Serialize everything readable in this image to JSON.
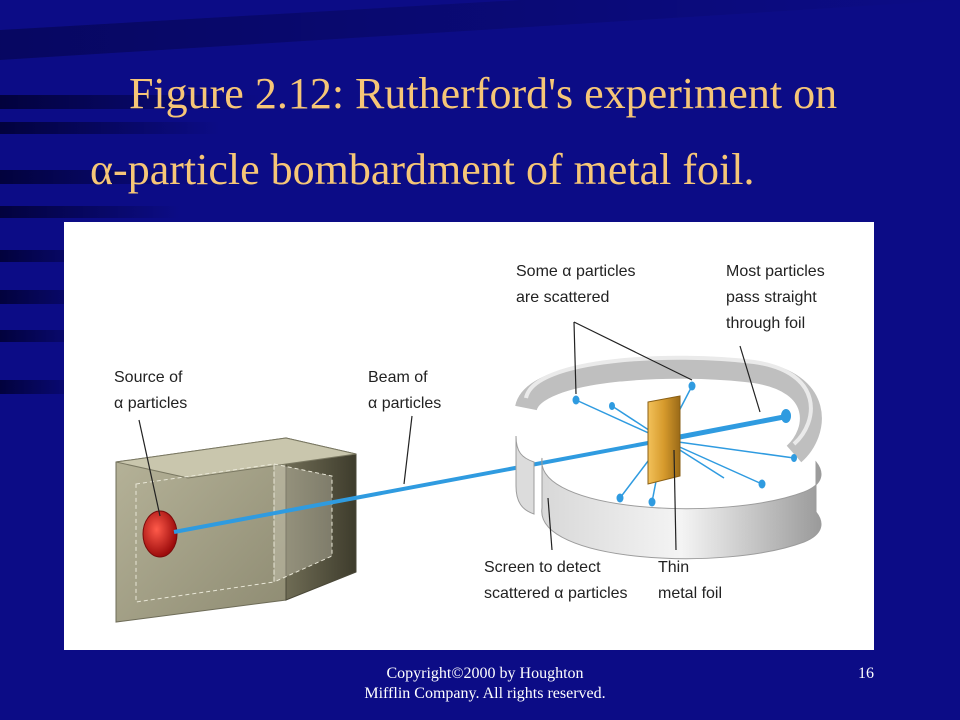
{
  "slide": {
    "title_line1": "Figure 2.12:  Rutherford's experiment on",
    "title_line2": "α-particle bombardment of metal foil.",
    "copyright_line1": "Copyright©2000 by Houghton",
    "copyright_line2": "Mifflin Company. All rights reserved.",
    "page_number": "16"
  },
  "figure": {
    "labels": {
      "source_line1": "Source of",
      "source_line2": "α particles",
      "beam_line1": "Beam of",
      "beam_line2": "α particles",
      "scattered_line1": "Some α particles",
      "scattered_line2": "are scattered",
      "straight_line1": "Most particles",
      "straight_line2": "pass straight",
      "straight_line3": "through foil",
      "screen_line1": "Screen to detect",
      "screen_line2": "scattered α particles",
      "foil_line1": "Thin",
      "foil_line2": "metal foil"
    }
  },
  "colors": {
    "background": "#0c0c86",
    "title": "#f6c677",
    "beam": "#2f9be0",
    "source": "#c81e1e",
    "foil": "#d9a53a"
  }
}
